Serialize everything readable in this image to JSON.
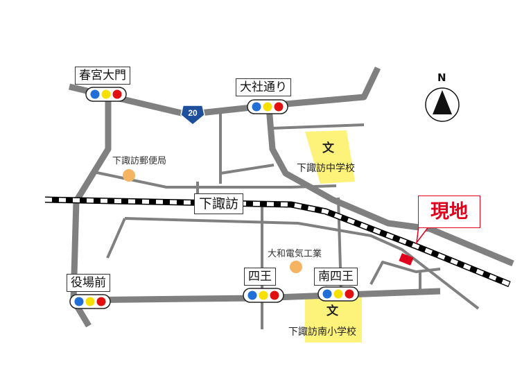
{
  "map": {
    "signals": [
      {
        "name": "春宮大門"
      },
      {
        "name": "大社通り"
      },
      {
        "name": "役場前"
      },
      {
        "name": "四王"
      },
      {
        "name": "南四王"
      }
    ],
    "station": "下諏訪",
    "route_number": "20",
    "post_office": "下諏訪郵便局",
    "company": "大和電気工業",
    "schools": [
      {
        "symbol": "文",
        "name": "下諏訪中学校"
      },
      {
        "symbol": "文",
        "name": "下諏訪南小学校"
      }
    ],
    "site_label": "現地",
    "north_label": "N",
    "colors": {
      "road": "#808080",
      "rail_dash": "#000000",
      "school_fill": "#fdf27a",
      "site": "#e0001b",
      "poi": "#f5b462",
      "signal_blue": "#1f6fd6",
      "signal_yellow": "#f5e000",
      "signal_red": "#e01010",
      "route_shield": "#1e4f9c"
    }
  }
}
